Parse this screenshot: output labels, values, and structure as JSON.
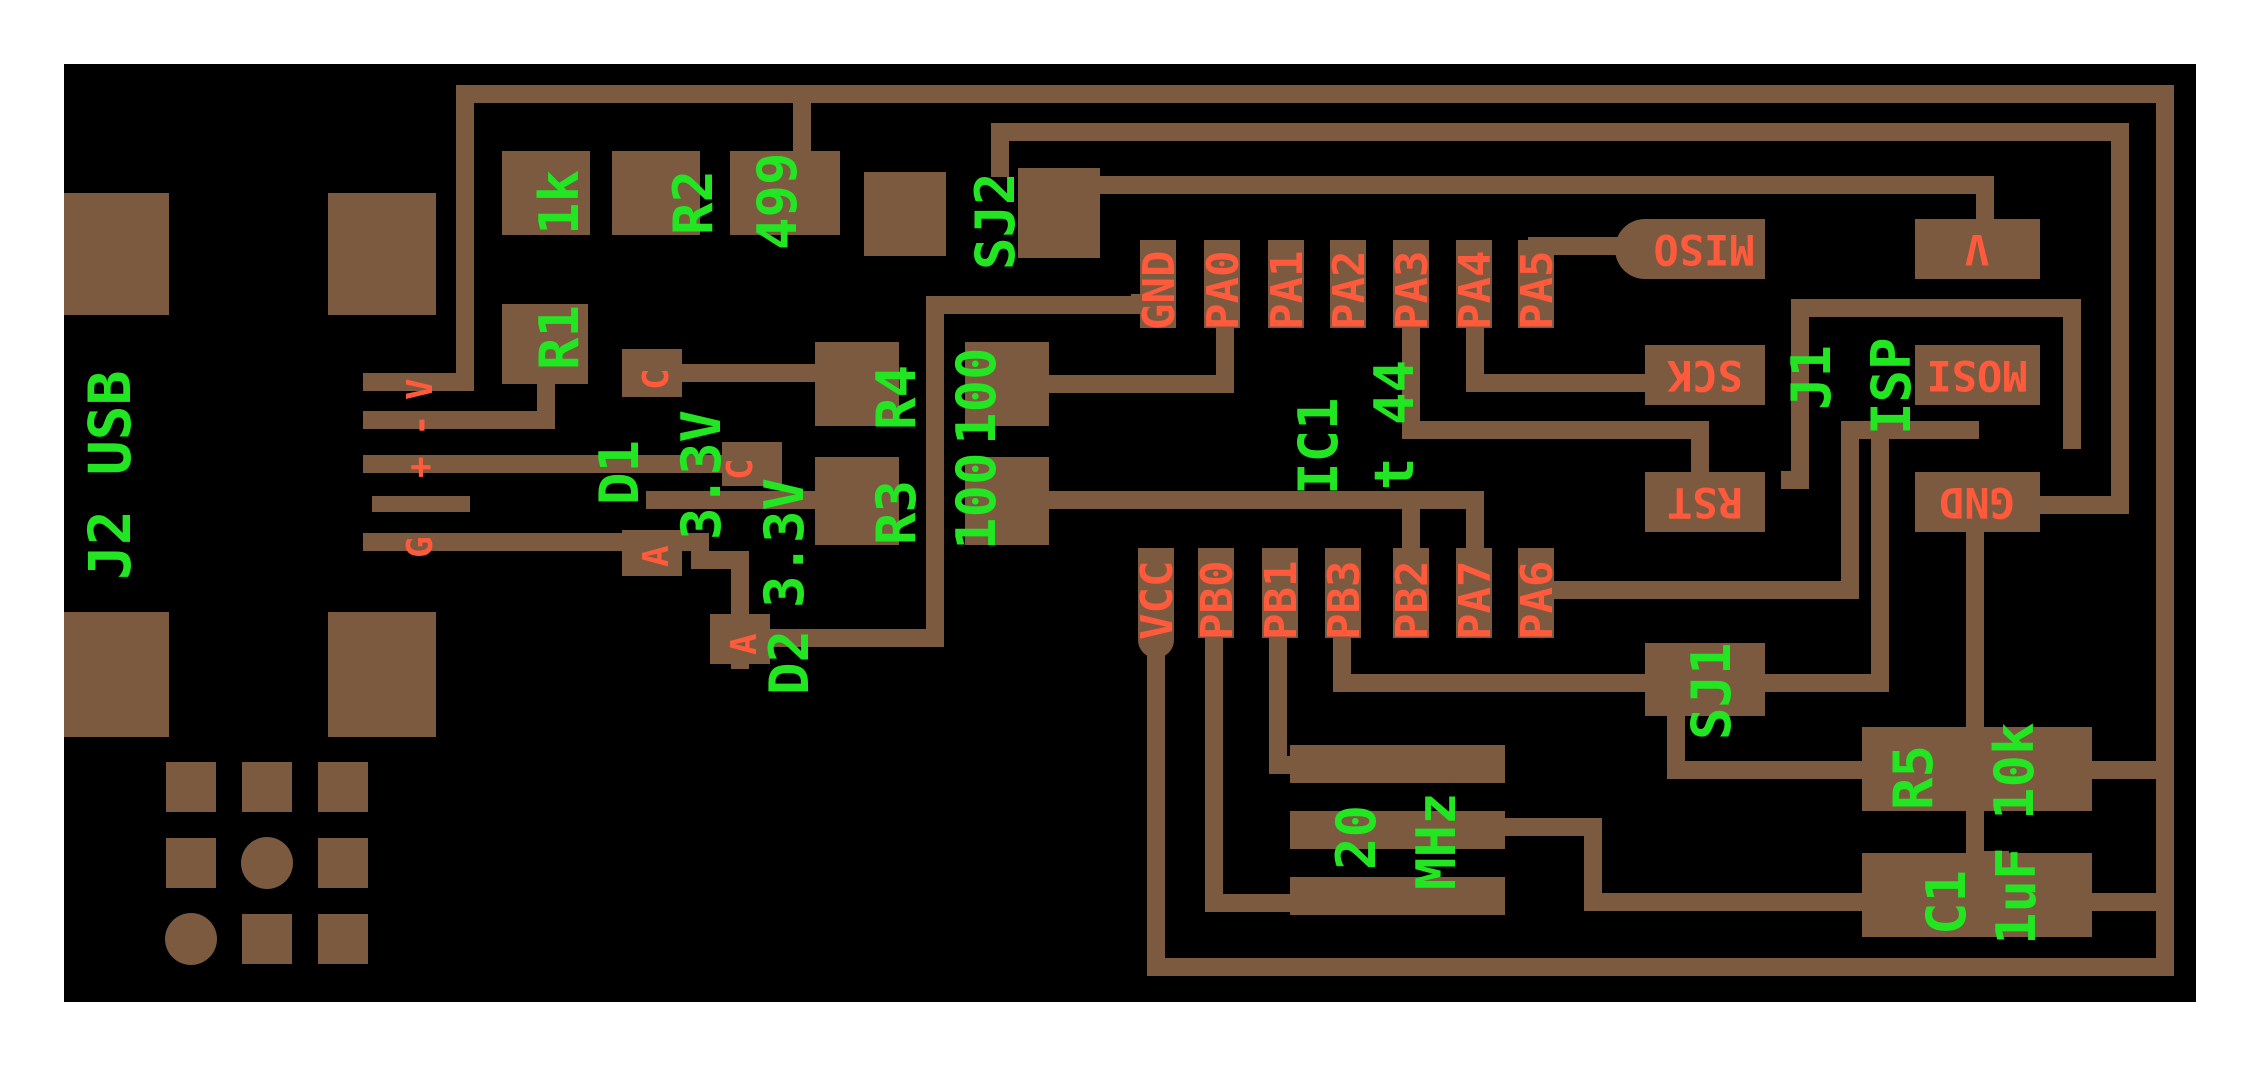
{
  "colors": {
    "board": "#000000",
    "copper": "#7b5a40",
    "silk_green": "#22e622",
    "silk_red": "#ff5a3c"
  },
  "labels": {
    "j2_usb": "J2 USB",
    "r1": "R1",
    "r2": "R2",
    "r3": "R3",
    "r4": "R4",
    "r5": "R5",
    "v_1k": "1k",
    "v_499": "499",
    "sj2": "SJ2",
    "sj1": "SJ1",
    "d1": "D1",
    "d2": "D2",
    "d1_val": "3.3V",
    "d2_val": "3.3V",
    "v_100a": "100",
    "v_100b": "100",
    "ic1": "IC1",
    "ic1_type": "t 44",
    "j1": "J1",
    "isp": "ISP",
    "xtal_a": "20",
    "xtal_b": "MHz",
    "c1": "C1",
    "c1_val": "1uF",
    "r5_val": "10k"
  },
  "pins": {
    "top": [
      "GND",
      "PA0",
      "PA1",
      "PA2",
      "PA3",
      "PA4",
      "PA5"
    ],
    "bottom": [
      "VCC",
      "PB0",
      "PB1",
      "PB3",
      "PB2",
      "PA7",
      "PA6"
    ]
  },
  "isp_pins": {
    "miso": "MISO",
    "sck": "SCK",
    "mosi": "MOSI",
    "rst": "RST",
    "gnd": "GND",
    "v": "V"
  },
  "usb_marks": {
    "v": "V",
    "minus": "-",
    "plus": "+",
    "g": "G"
  },
  "diode_marks": {
    "c": "C",
    "a": "A"
  }
}
